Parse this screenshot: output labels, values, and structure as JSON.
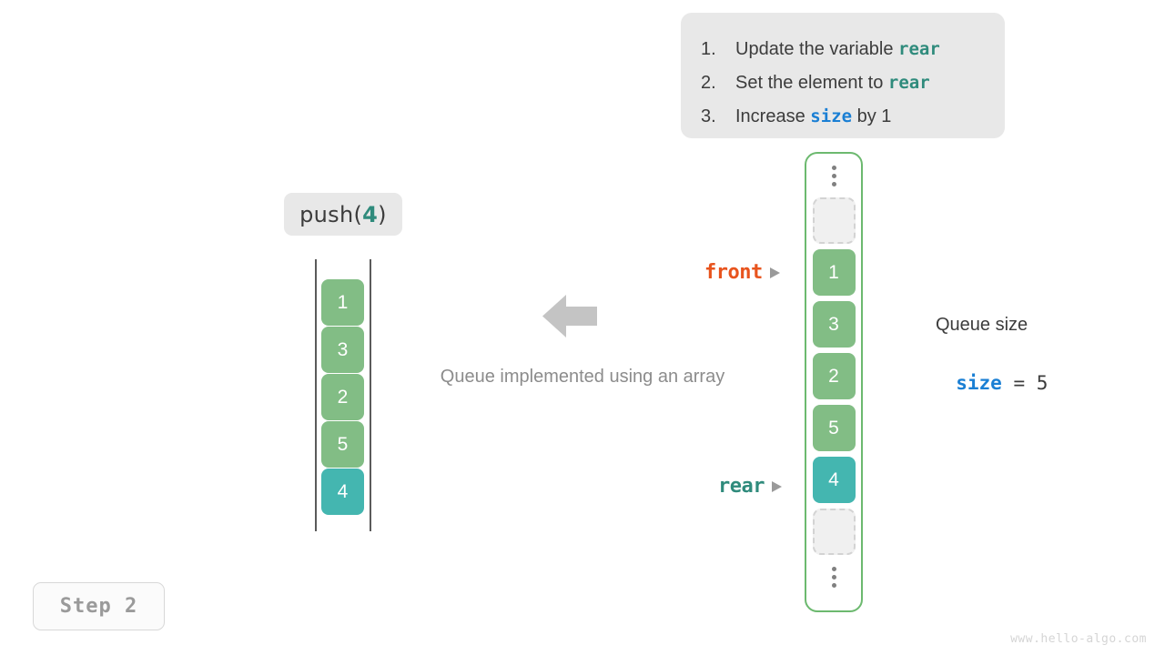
{
  "instructions": {
    "items": [
      {
        "num": "1.",
        "pre": "Update the variable ",
        "code": "rear",
        "code_style": "teal",
        "post": ""
      },
      {
        "num": "2.",
        "pre": "Set the element to ",
        "code": "rear",
        "code_style": "teal",
        "post": ""
      },
      {
        "num": "3.",
        "pre": "Increase ",
        "code": "size",
        "code_style": "blue",
        "post": " by 1"
      }
    ]
  },
  "operation": {
    "name": "push(",
    "arg": "4",
    "close": ")"
  },
  "left_array": {
    "cells": [
      {
        "value": "1",
        "color": "green"
      },
      {
        "value": "3",
        "color": "green"
      },
      {
        "value": "2",
        "color": "green"
      },
      {
        "value": "5",
        "color": "green"
      },
      {
        "value": "4",
        "color": "teal"
      }
    ]
  },
  "caption": "Queue implemented using an array",
  "pointers": {
    "front": "front",
    "rear": "rear"
  },
  "memory_column": {
    "top_ellipsis": "vertical-ellipsis",
    "bottom_ellipsis": "vertical-ellipsis",
    "cells": [
      {
        "value": "",
        "color": "empty"
      },
      {
        "value": "1",
        "color": "green"
      },
      {
        "value": "3",
        "color": "green"
      },
      {
        "value": "2",
        "color": "green"
      },
      {
        "value": "5",
        "color": "green"
      },
      {
        "value": "4",
        "color": "teal"
      },
      {
        "value": "",
        "color": "empty"
      }
    ]
  },
  "queue_size": {
    "title": "Queue size",
    "var": "size",
    "eq": "=",
    "value": "5"
  },
  "step_badge": "Step 2",
  "watermark": "www.hello-algo.com",
  "colors": {
    "green": "#82bd85",
    "teal": "#44b6b0",
    "front": "#e8541e",
    "rear": "#2f8b7c",
    "size_blue": "#1a7fd4",
    "container_border": "#6cb96f",
    "arrow_gray": "#c4c4c4"
  }
}
